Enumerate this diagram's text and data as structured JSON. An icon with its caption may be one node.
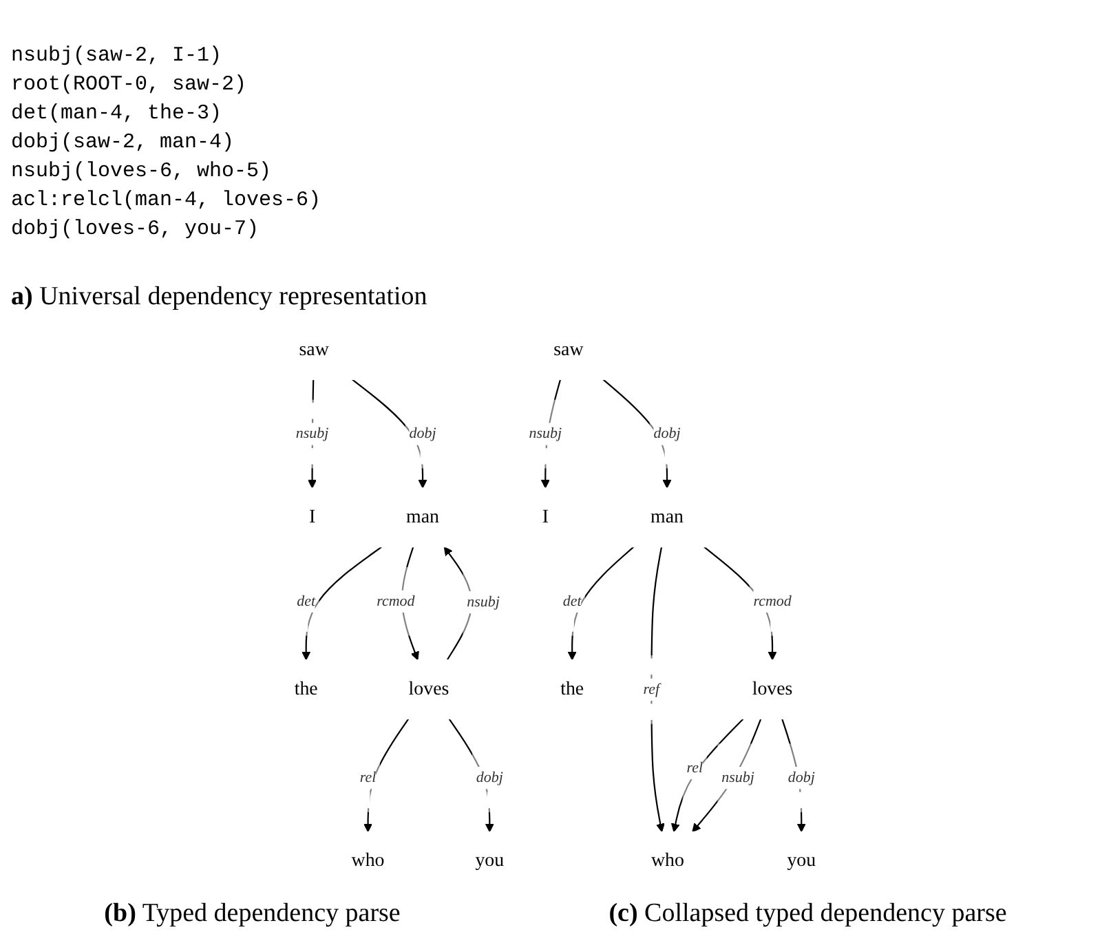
{
  "diagram": {
    "nodes": [
      {
        "text": [
          "saw"
        ]
      },
      {
        "text": [
          "I"
        ]
      },
      {
        "text": [
          "man"
        ]
      },
      {
        "text": [
          "the"
        ]
      },
      {
        "text": [
          "loves"
        ]
      },
      {
        "text": [
          "who"
        ]
      },
      {
        "text": [
          "you"
        ]
      },
      {
        "text": [
          "saw"
        ]
      },
      {
        "text": [
          "I"
        ]
      },
      {
        "text": [
          "man"
        ]
      },
      {
        "text": [
          "the"
        ]
      },
      {
        "text": [
          "loves"
        ]
      },
      {
        "text": [
          "who"
        ]
      },
      {
        "text": [
          "you"
        ]
      }
    ],
    "edges": [
      {
        "from": 0,
        "to": 1,
        "arrow": "to",
        "label": "nsubj"
      },
      {
        "from": 0,
        "to": 2,
        "arrow": "to",
        "label": "dobj"
      },
      {
        "from": 2,
        "to": 3,
        "arrow": "to",
        "label": "det"
      },
      {
        "from": 2,
        "to": 4,
        "arrow": "to",
        "label": "rcmod"
      },
      {
        "from": 4,
        "to": 2,
        "arrow": "to",
        "label": "nsubj"
      },
      {
        "from": 4,
        "to": 5,
        "arrow": "to",
        "label": "rel"
      },
      {
        "from": 4,
        "to": 6,
        "arrow": "to",
        "label": "dobj"
      },
      {
        "from": 7,
        "to": 8,
        "arrow": "to",
        "label": "nsubj"
      },
      {
        "from": 7,
        "to": 9,
        "arrow": "to",
        "label": "dobj"
      },
      {
        "from": 9,
        "to": 10,
        "arrow": "to",
        "label": "det"
      },
      {
        "from": 9,
        "to": 12,
        "arrow": "to",
        "label": "ref"
      },
      {
        "from": 9,
        "to": 11,
        "arrow": "to",
        "label": "rcmod"
      },
      {
        "from": 11,
        "to": 12,
        "arrow": "to",
        "label": "rel"
      },
      {
        "from": 11,
        "to": 12,
        "arrow": "to",
        "label": "nsubj"
      },
      {
        "from": 11,
        "to": 13,
        "arrow": "to",
        "label": "dobj"
      }
    ],
    "labels": [
      "nsubj(saw-2, I-1)",
      "root(ROOT-0, saw-2)",
      "det(man-4, the-3)",
      "dobj(saw-2, man-4)",
      "nsubj(loves-6, who-5)",
      "acl:relcl(man-4, loves-6)",
      "dobj(loves-6, you-7)",
      "**a)** Universal dependency representation",
      "**(b)** Typed dependency parse",
      "**(c)** Collapsed typed dependency parse"
    ]
  }
}
